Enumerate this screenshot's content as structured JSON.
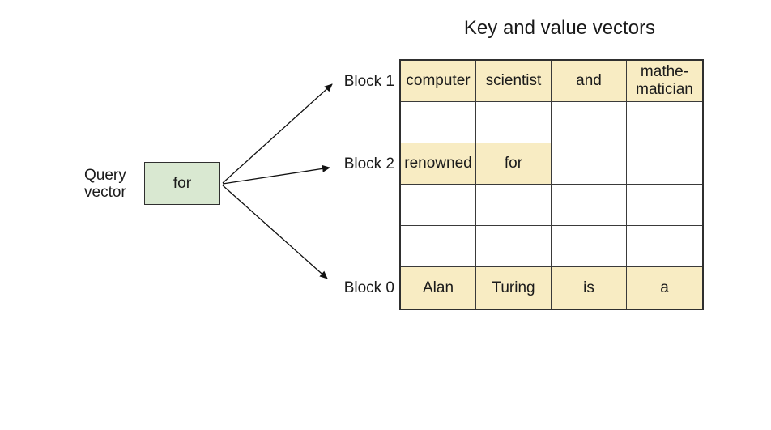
{
  "title": "Key and value vectors",
  "query_vector": {
    "label_lines": [
      "Query",
      "vector"
    ],
    "token": "for"
  },
  "block_labels": [
    {
      "label": "Block 1"
    },
    {
      "label": "Block 2"
    },
    {
      "label": "Block 0"
    }
  ],
  "kv_table": {
    "columns": 4,
    "rows": [
      {
        "block": "Block 1",
        "cells": [
          "computer",
          "scientist",
          "and",
          "mathe-matician"
        ],
        "filled": [
          true,
          true,
          true,
          true
        ]
      },
      {
        "block": "",
        "cells": [
          "",
          "",
          "",
          ""
        ],
        "filled": [
          false,
          false,
          false,
          false
        ]
      },
      {
        "block": "Block 2",
        "cells": [
          "renowned",
          "for",
          "",
          ""
        ],
        "filled": [
          true,
          true,
          false,
          false
        ]
      },
      {
        "block": "",
        "cells": [
          "",
          "",
          "",
          ""
        ],
        "filled": [
          false,
          false,
          false,
          false
        ]
      },
      {
        "block": "",
        "cells": [
          "",
          "",
          "",
          ""
        ],
        "filled": [
          false,
          false,
          false,
          false
        ]
      },
      {
        "block": "Block 0",
        "cells": [
          "Alan",
          "Turing",
          "is",
          "a"
        ],
        "filled": [
          true,
          true,
          true,
          true
        ]
      }
    ]
  },
  "colors": {
    "cell_fill": "#f8ecc3",
    "query_fill": "#d9e8d1",
    "border": "#3a3a3a",
    "arrow": "#111111"
  }
}
